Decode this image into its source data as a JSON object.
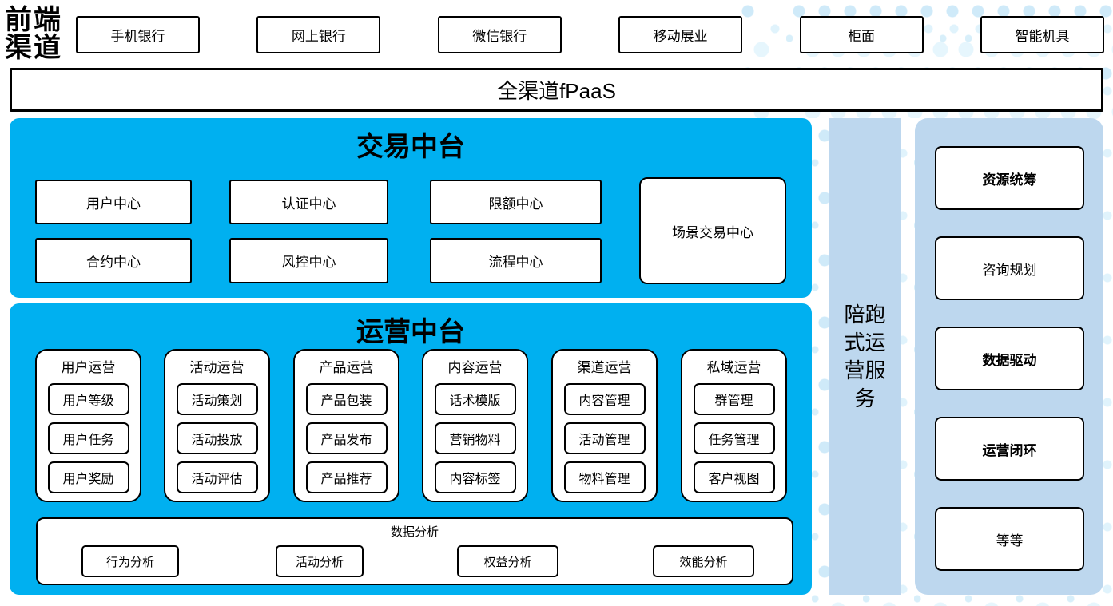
{
  "colors": {
    "platform_blue": "#00b0f0",
    "panel_blue": "#bdd7ee",
    "dot_blue": "#cfeaf9"
  },
  "front_channels": {
    "label": "前端渠道",
    "items": [
      "手机银行",
      "网上银行",
      "微信银行",
      "移动展业",
      "柜面",
      "智能机具"
    ]
  },
  "fpaas": {
    "label": "全渠道fPaaS"
  },
  "trade": {
    "title": "交易中台",
    "centers": [
      "用户中心",
      "认证中心",
      "限额中心",
      "合约中心",
      "风控中心",
      "流程中心"
    ],
    "scene_center": "场景交易中心"
  },
  "ops": {
    "title": "运营中台",
    "columns": [
      {
        "header": "用户运营",
        "items": [
          "用户等级",
          "用户任务",
          "用户奖励"
        ]
      },
      {
        "header": "活动运营",
        "items": [
          "活动策划",
          "活动投放",
          "活动评估"
        ]
      },
      {
        "header": "产品运营",
        "items": [
          "产品包装",
          "产品发布",
          "产品推荐"
        ]
      },
      {
        "header": "内容运营",
        "items": [
          "话术模版",
          "营销物料",
          "内容标签"
        ]
      },
      {
        "header": "渠道运营",
        "items": [
          "内容管理",
          "活动管理",
          "物料管理"
        ]
      },
      {
        "header": "私域运营",
        "items": [
          "群管理",
          "任务管理",
          "客户视图"
        ]
      }
    ],
    "analysis": {
      "title": "数据分析",
      "items": [
        "行为分析",
        "活动分析",
        "权益分析",
        "效能分析"
      ]
    }
  },
  "side_bar": {
    "label": "陪跑式运营服务"
  },
  "right_panel": {
    "items": [
      {
        "label": "资源统筹",
        "bold": true
      },
      {
        "label": "咨询规划",
        "bold": false
      },
      {
        "label": "数据驱动",
        "bold": true
      },
      {
        "label": "运营闭环",
        "bold": true
      },
      {
        "label": "等等",
        "bold": false
      }
    ]
  }
}
